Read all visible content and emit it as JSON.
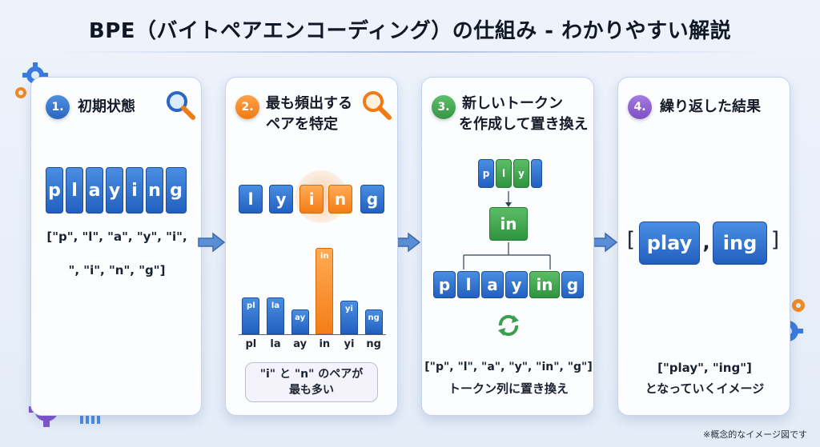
{
  "title": "BPE（バイトペアエンコーディング）の仕組み - わかりやすい解説",
  "step1": {
    "num": "1.",
    "title": "初期状態",
    "tokens": [
      "p",
      "l",
      "a",
      "y",
      "i",
      "n",
      "g"
    ],
    "list_line1": "[\"p\", \"l\", \"a\", \"y\", \"i\",",
    "list_line2": "\", \"i\", \"n\", \"g\"]"
  },
  "step2": {
    "num": "2.",
    "title_line1": "最も頻出する",
    "title_line2": "ペアを特定",
    "tokens": [
      "l",
      "y",
      "i",
      "n",
      "g"
    ],
    "bars": [
      {
        "label": "pl",
        "value": 3
      },
      {
        "label": "la",
        "value": 3
      },
      {
        "label": "ay",
        "value": 2
      },
      {
        "label": "in",
        "value": 7
      },
      {
        "label": "yi",
        "value": 2.7
      },
      {
        "label": "ng",
        "value": 2
      }
    ],
    "note_line1": "\"i\" と \"n\" のペアが",
    "note_line2": "最も多い"
  },
  "step3": {
    "num": "3.",
    "title_line1": "新しいトークン",
    "title_line2": "を作成して置き換え",
    "mini_tokens": [
      "p",
      "l",
      "y"
    ],
    "merged": "in",
    "tokens": [
      "p",
      "l",
      "a",
      "y",
      "in",
      "g"
    ],
    "result_line1": "[\"p\", \"l\", \"a\", \"y\", \"in\", \"g\"]",
    "result_line2": "トークン列に置き換え"
  },
  "step4": {
    "num": "4.",
    "title": "繰り返した結果",
    "open_bracket": "[",
    "token1": "play",
    "comma": ",",
    "token2": "ing",
    "close_bracket": "]",
    "result_line1": "[\"play\", \"ing\"]",
    "result_line2": "となっていくイメージ"
  },
  "footnote": "※概念的なイメージ図です"
}
